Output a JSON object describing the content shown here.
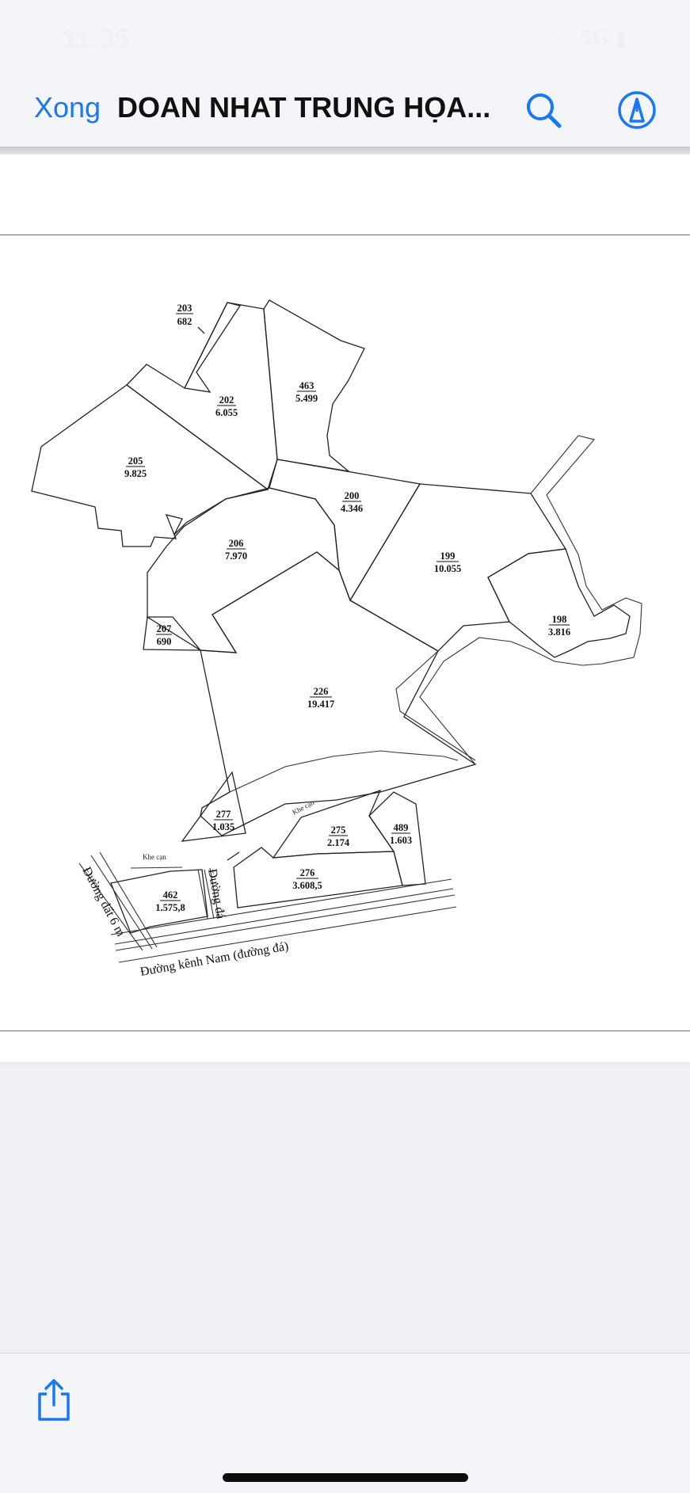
{
  "status_bar": {
    "time": "11:35",
    "icons": "… 5G ▮"
  },
  "nav": {
    "done_label": "Xong",
    "title": "DOAN NHAT TRUNG HỌA...",
    "accent_color": "#1a78f2",
    "search_icon": "magnifier-icon",
    "markup_icon": "pen-tip-circle-icon"
  },
  "map": {
    "parcels": [
      {
        "id": "203",
        "area": "682"
      },
      {
        "id": "202",
        "area": "6.055"
      },
      {
        "id": "463",
        "area": "5.499"
      },
      {
        "id": "205",
        "area": "9.825"
      },
      {
        "id": "200",
        "area": "4.346"
      },
      {
        "id": "206",
        "area": "7.970"
      },
      {
        "id": "199",
        "area": "10.055"
      },
      {
        "id": "207",
        "area": "690"
      },
      {
        "id": "198",
        "area": "3.816"
      },
      {
        "id": "226",
        "area": "19.417"
      },
      {
        "id": "277",
        "area": "1.035"
      },
      {
        "id": "275",
        "area": "2.174"
      },
      {
        "id": "489",
        "area": "1.603"
      },
      {
        "id": "276",
        "area": "3.608,5"
      },
      {
        "id": "462",
        "area": "1.575,8"
      }
    ],
    "labels": {
      "canal_road": "Đường  kênh  Nam  (đường  đá)",
      "road_6m": "Đường đất 6 m",
      "stone_road": "Đường đá",
      "dry_ditch_1": "Khe cạn",
      "dry_ditch_2": "Khe cạn"
    }
  },
  "toolbar": {
    "share_icon": "share-icon"
  }
}
